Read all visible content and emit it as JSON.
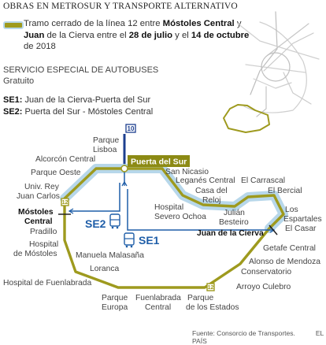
{
  "header": {
    "title": "OBRAS EN METROSUR Y TRANSPORTE ALTERNATIVO",
    "legend_part1": "Tramo cerrado  de la línea 12 entre ",
    "legend_station1": "Móstoles Central",
    "legend_part2": " y ",
    "legend_station2": "Juan",
    "legend_part3": " de la Cierva entre el ",
    "legend_date1": "28 de julio",
    "legend_part4": " y el ",
    "legend_date2": "14 de octubre",
    "legend_part5": " de 2018"
  },
  "service": {
    "title": "SERVICIO ESPECIAL DE AUTOBUSES",
    "subtitle": "Gratuito"
  },
  "routes": [
    {
      "code": "SE1:",
      "desc": " Juan de la Cierva-Puerta del Sur"
    },
    {
      "code": "SE2:",
      "desc": " Puerta del Sur - Móstoles Central"
    }
  ],
  "map": {
    "stations": {
      "parque_lisboa": [
        "Parque",
        "Lisboa"
      ],
      "puerta_del_sur": "Puerta del Sur",
      "alcorcon_central": "Alcorcón Central",
      "parque_oeste": "Parque Oeste",
      "univ_rey_juan_carlos": [
        "Univ. Rey",
        "Juan Carlos"
      ],
      "mostoles_central": [
        "Móstoles",
        "Central"
      ],
      "pradillo": "Pradillo",
      "hospital_mostoles": [
        "Hospital",
        "de Móstoles"
      ],
      "manuela_malasana": "Manuela Malasaña",
      "loranca": "Loranca",
      "hospital_fuenlabrada": "Hospital de Fuenlabrada",
      "parque_europa": [
        "Parque",
        "Europa"
      ],
      "fuenlabrada_central": [
        "Fuenlabrada",
        "Central"
      ],
      "parque_de_los_estados": [
        "Parque",
        "de los Estados"
      ],
      "arroyo_culebro": "Arroyo Culebro",
      "conservatorio": "Conservatorio",
      "alonso_de_mendoza": "Alonso de Mendoza",
      "getafe_central": "Getafe Central",
      "el_casar": "El Casar",
      "juan_de_la_cierva": "Juan de la Cierva",
      "los_espartales": [
        "Los",
        "Espartales"
      ],
      "el_bercial": "El Bercial",
      "el_carrascal": "El Carrascal",
      "julian_besteiro": [
        "Julián",
        "Besteiro"
      ],
      "casa_del_reloj": [
        "Casa del",
        "Reloj"
      ],
      "hospital_severo_ochoa": [
        "Hospital",
        "Severo Ochoa"
      ],
      "leganes_central": "Leganés Central",
      "san_nicasio": "San Nicasio"
    },
    "bus_labels": {
      "se2": "SE2",
      "se1": "SE1"
    },
    "line_badges": {
      "l10": "10",
      "l12": "12"
    }
  },
  "footer": {
    "source": "Fuente: Consorcio de Transportes.",
    "brand": "EL PAÍS"
  },
  "colors": {
    "line12": "#9e9a1e",
    "closed_halo": "#b7d7ea",
    "bus": "#1f5ea8",
    "line10": "#1d3f8f",
    "puerta_del_sur_label": "#8c8a14"
  }
}
